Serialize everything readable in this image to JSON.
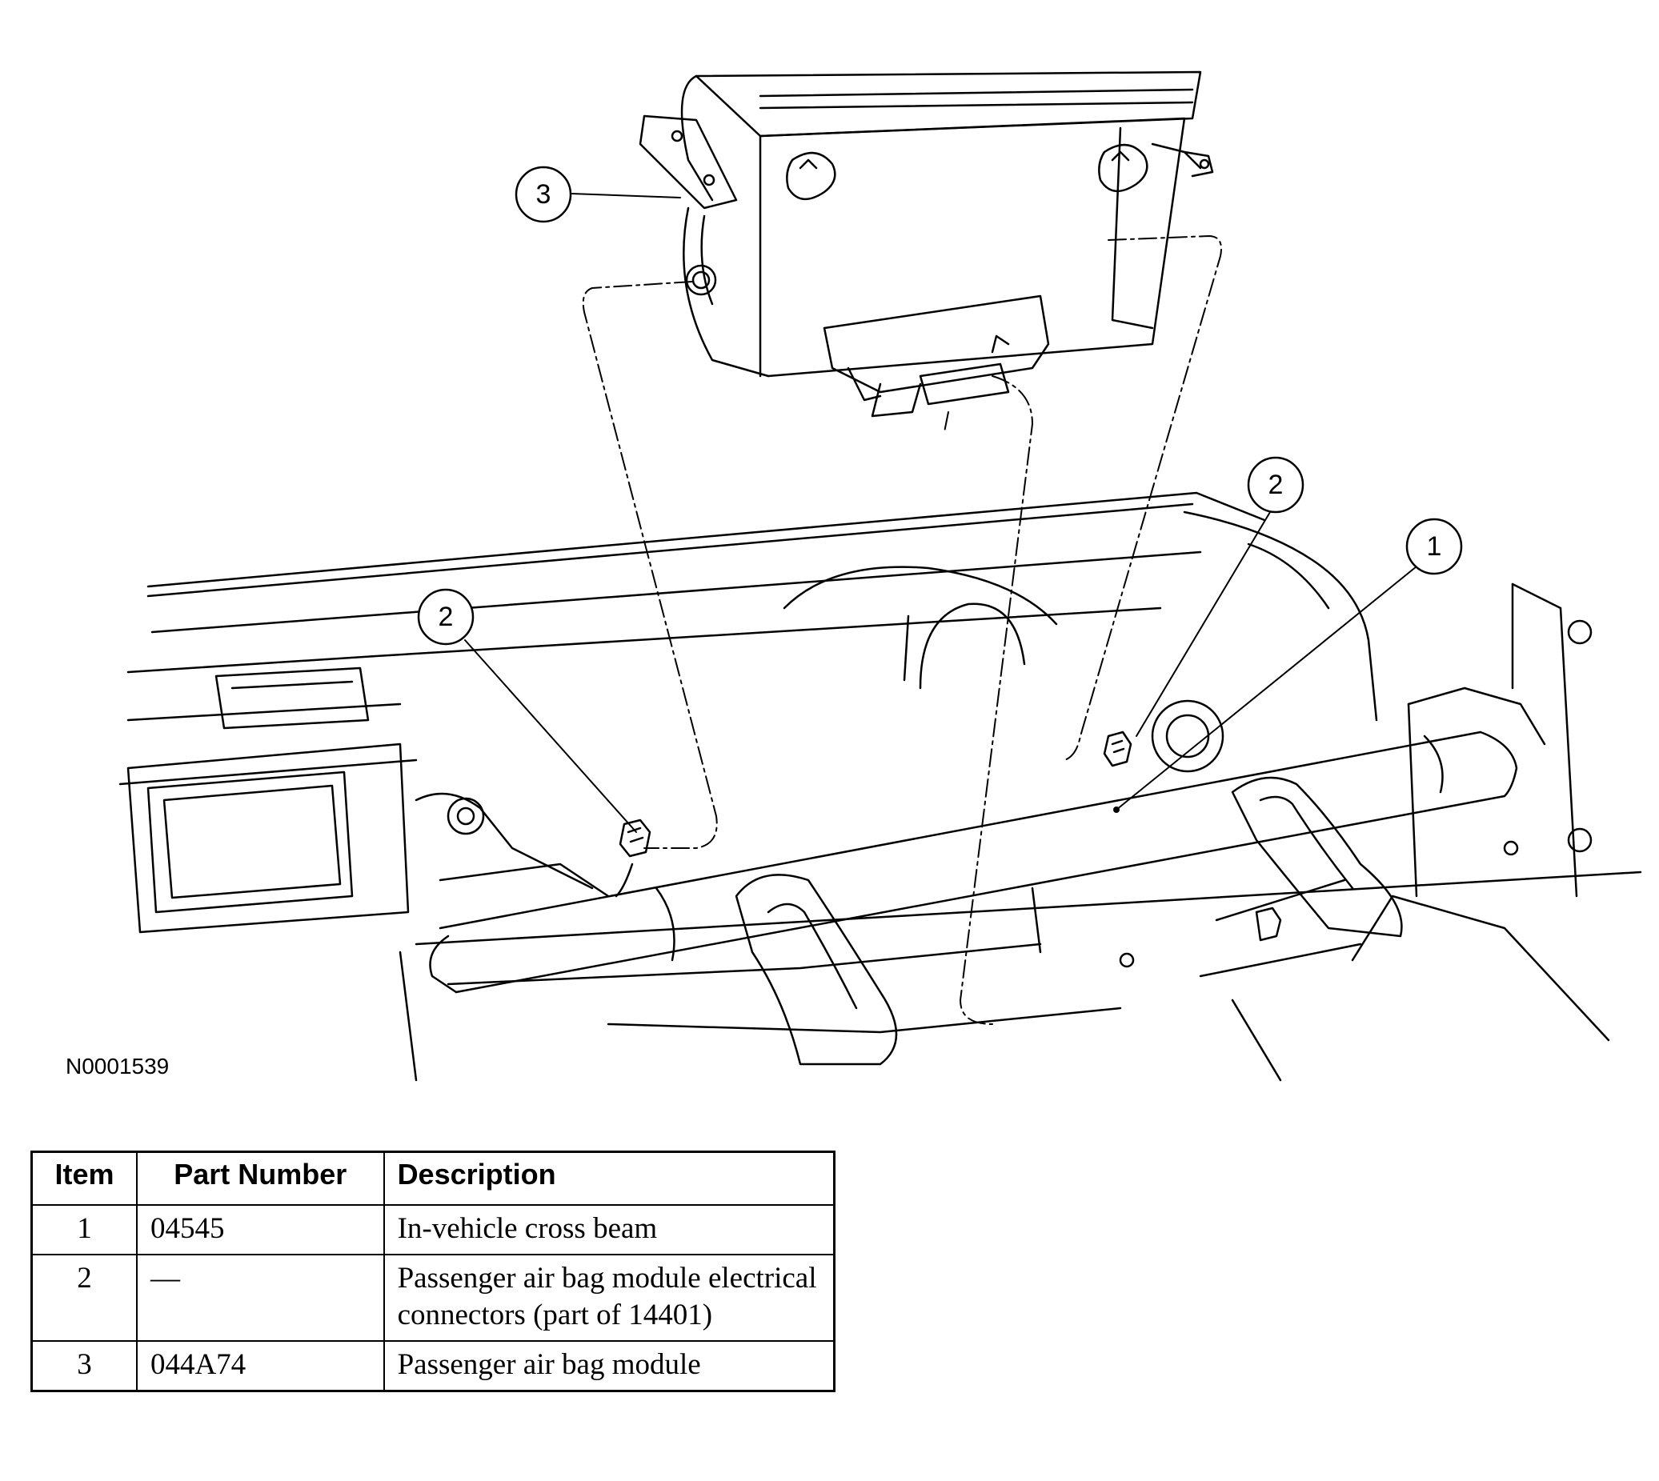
{
  "figure": {
    "figure_id": "N0001539",
    "callouts": [
      {
        "number": "3"
      },
      {
        "number": "2"
      },
      {
        "number": "2"
      },
      {
        "number": "1"
      }
    ],
    "line_color": "#000000",
    "background": "#ffffff"
  },
  "table": {
    "headers": {
      "item": "Item",
      "part_number": "Part Number",
      "description": "Description"
    },
    "rows": [
      {
        "item": "1",
        "part_number": "04545",
        "description": "In-vehicle cross beam"
      },
      {
        "item": "2",
        "part_number": "—",
        "description": "Passenger air bag module electrical connectors (part of 14401)"
      },
      {
        "item": "3",
        "part_number": "044A74",
        "description": "Passenger air bag module"
      }
    ]
  }
}
